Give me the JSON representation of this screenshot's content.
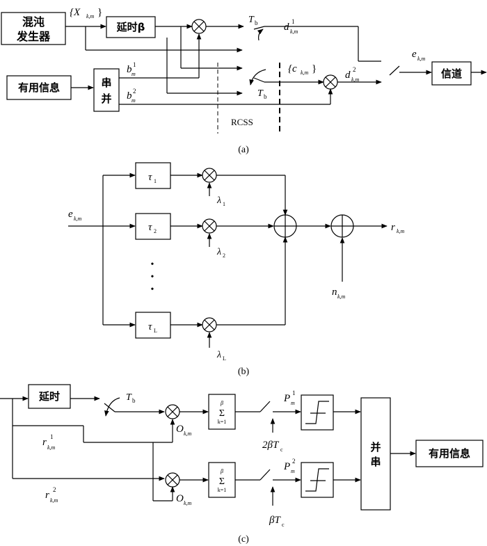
{
  "panel_a": {
    "chaos_generator": [
      "混沌",
      "发生器"
    ],
    "x_seq": "{X",
    "x_sub": "k,m",
    "x_close": "}",
    "delay_beta": "延时β",
    "tb_top": "T",
    "tb_sub": "b",
    "d1": "d",
    "d1_sub": "k,m",
    "d1_sup": "1",
    "useful_info": "有用信息",
    "sp_conv": [
      "串",
      "并"
    ],
    "b1": "b",
    "b1_sub": "m",
    "b1_sup": "1",
    "b2": "b",
    "b2_sub": "m",
    "b2_sup": "2",
    "c_seq": "{c",
    "c_sub": "k,m",
    "c_close": "}",
    "tb_bottom": "T",
    "tb_bottom_sub": "b",
    "d2": "d",
    "d2_sub": "k,m",
    "d2_sup": "2",
    "e": "e",
    "e_sub": "k,m",
    "channel": "信道",
    "rcss": "RCSS",
    "caption": "(a)"
  },
  "panel_b": {
    "e": "e",
    "e_sub": "k,m",
    "tau": [
      {
        "sym": "τ",
        "sub": "1"
      },
      {
        "sym": "τ",
        "sub": "2"
      },
      {
        "sym": "τ",
        "sub": "L"
      }
    ],
    "lambda": [
      {
        "sym": "λ",
        "sub": "1"
      },
      {
        "sym": "λ",
        "sub": "2"
      },
      {
        "sym": "λ",
        "sub": "L"
      }
    ],
    "dots": "•",
    "r": "r",
    "r_sub": "k,m",
    "n": "n",
    "n_sub": "k,m",
    "caption": "(b)"
  },
  "panel_c": {
    "delay": "延时",
    "tb": "T",
    "tb_sub": "b",
    "r1": "r",
    "r1_sub": "k,m",
    "r1_sup": "1",
    "r2": "r",
    "r2_sub": "k,m",
    "r2_sup": "2",
    "o": "O",
    "o_sub": "k,m",
    "sum_top": "β",
    "sum_sym": "Σ",
    "sum_bottom": "k=1",
    "p1": "P",
    "p1_sub": "m",
    "p1_sup": "1",
    "p2": "P",
    "p2_sub": "m",
    "p2_sup": "2",
    "t1": "2βT",
    "t1_sub": "c",
    "t2": "βT",
    "t2_sub": "c",
    "ps_conv": [
      "并",
      "串"
    ],
    "useful_info": "有用信息",
    "caption": "(c)"
  }
}
